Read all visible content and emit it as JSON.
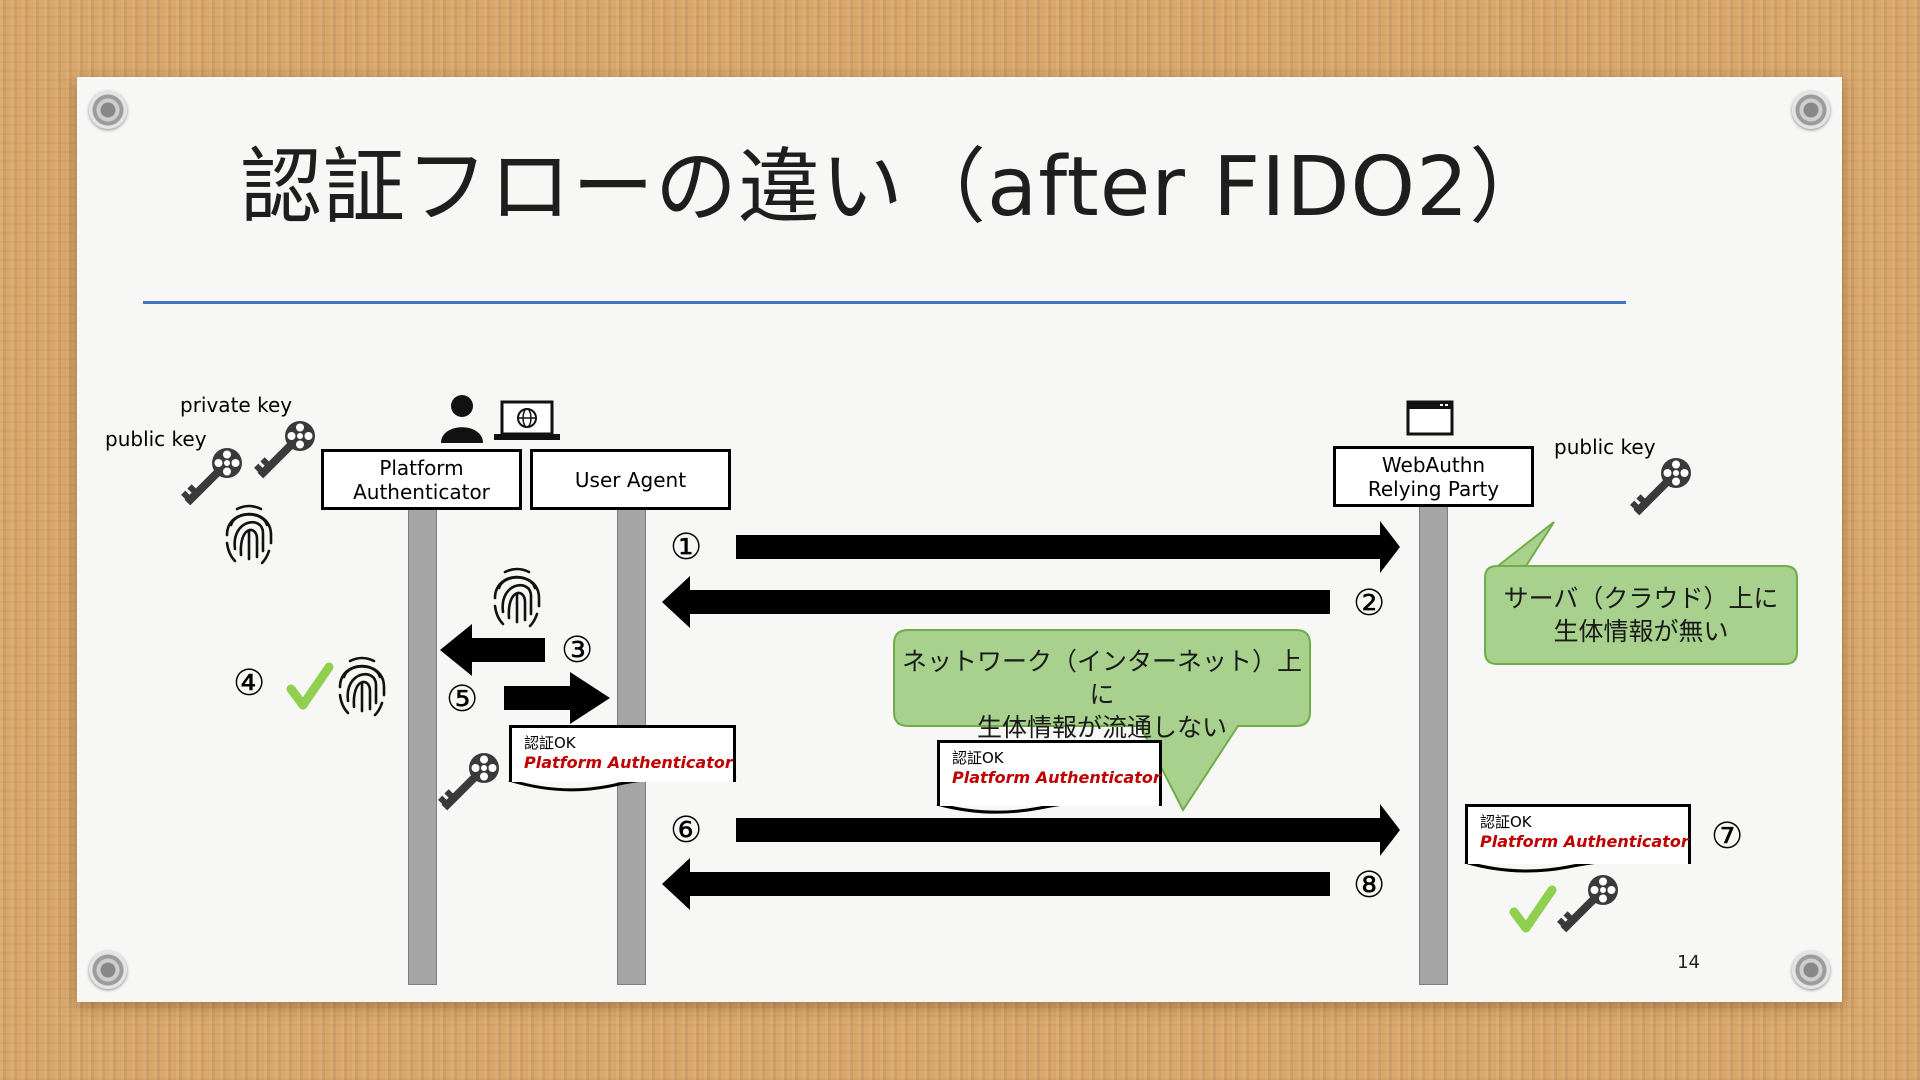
{
  "slide": {
    "title": "認証フローの違い（after FIDO2）",
    "page_number": "14"
  },
  "actors": {
    "platform_authenticator": "Platform\nAuthenticator",
    "user_agent": "User Agent",
    "relying_party": "WebAuthn\nRelying Party"
  },
  "labels": {
    "private_key": "private key",
    "public_key_left": "public key",
    "public_key_right": "public key"
  },
  "steps": {
    "s1": "①",
    "s2": "②",
    "s3": "③",
    "s4": "④",
    "s5": "⑤",
    "s6": "⑥",
    "s7": "⑦",
    "s8": "⑧"
  },
  "callouts": {
    "network": "ネットワーク（インターネット）上に\n生体情報が流通しない",
    "server": "サーバ（クラウド）上に\n生体情報が無い"
  },
  "token": {
    "ok": "認証OK",
    "name": "Platform Authenticator"
  },
  "colors": {
    "rule": "#4472c4",
    "callout_fill": "#a9d18e",
    "callout_border": "#70ad47",
    "check": "#8fd14f",
    "token_text": "#c00000"
  }
}
